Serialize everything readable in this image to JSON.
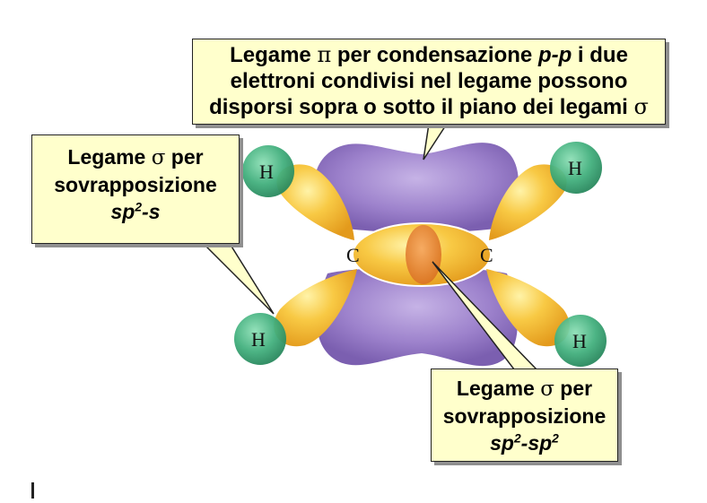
{
  "callouts": {
    "pi_bond": {
      "line1_pre": "Legame ",
      "line1_sym": "π",
      "line1_mid": " per condensazione ",
      "line1_ital": "p-p",
      "line1_post": " i due",
      "line2": "elettroni condivisi nel legame possono",
      "line3_pre": "disporsi sopra o sotto il piano dei legami ",
      "line3_sym": "σ"
    },
    "sigma_sp2_s": {
      "line1_pre": "Legame ",
      "line1_sym": "σ",
      "line1_post": " per",
      "line2": "sovrapposizione",
      "line3_a": "sp",
      "line3_sup": "2",
      "line3_b": "-s"
    },
    "sigma_sp2_sp2": {
      "line1_pre": "Legame ",
      "line1_sym": "σ",
      "line1_post": " per",
      "line2": "sovrapposizione",
      "line3_a": "sp",
      "line3_sup1": "2",
      "line3_b": "-sp",
      "line3_sup2": "2"
    }
  },
  "atoms": {
    "hydrogen": "H",
    "carbon": "C"
  },
  "colors": {
    "pi_orbital": "#9b80c8",
    "sp2_orbital": "#f4b431",
    "sigma_overlap": "#e8862a",
    "hydrogen_s": "#3aa876",
    "callout_fill": "#ffffcc"
  }
}
